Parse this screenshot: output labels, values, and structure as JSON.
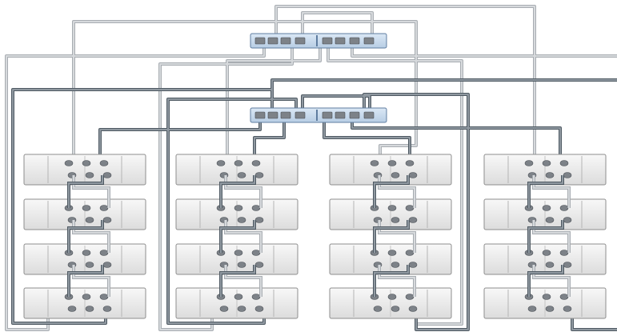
{
  "diagram": {
    "kind": "storage-cabling",
    "controller_trays": [
      {
        "name": "controller-top",
        "port_groups": 2,
        "ports_per_group": 4
      },
      {
        "name": "controller-bottom",
        "port_groups": 2,
        "ports_per_group": 4
      }
    ],
    "disk_shelf_columns": 4,
    "shelves_per_column": 4,
    "colors": {
      "light_cable": "#c6cacd",
      "dark_cable": "#6b7680",
      "cable_outline": "#9aa0a6",
      "controller_fill": "#c9dcef",
      "controller_border": "#5f7da0",
      "shelf_fill": "#eeeeee",
      "shelf_border": "#8e8e8e",
      "port_fill": "#7d8288"
    }
  }
}
